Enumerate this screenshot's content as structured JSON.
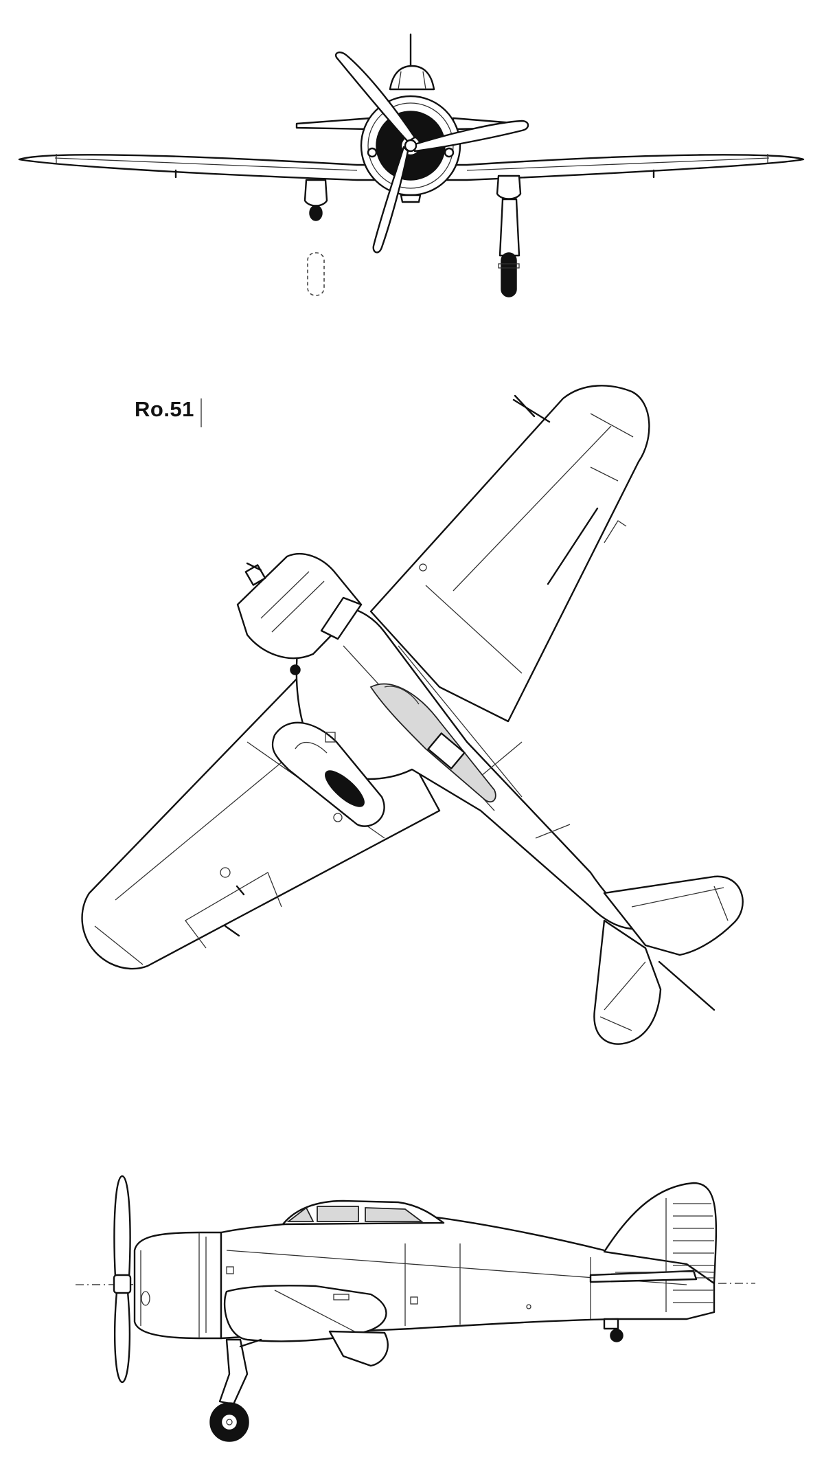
{
  "drawing": {
    "title": "Ro.51",
    "views": [
      "front-view",
      "plan-view",
      "side-view"
    ]
  },
  "colors": {
    "ink": "#111111",
    "paper": "#ffffff",
    "glazing": "#d9d9d9"
  }
}
